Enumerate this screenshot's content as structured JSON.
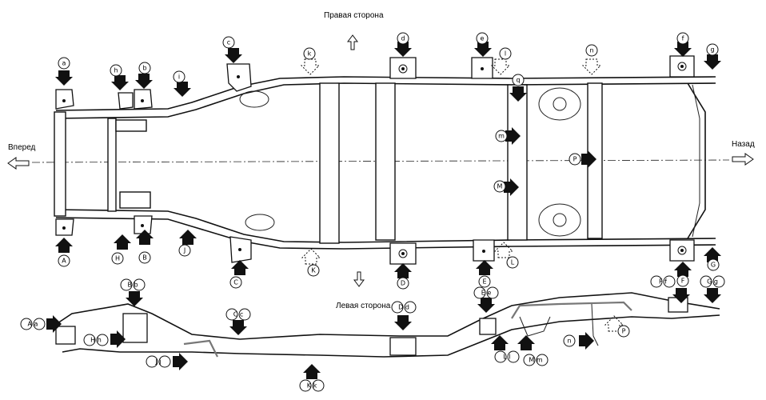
{
  "labels": {
    "right_side": "Правая сторона",
    "left_side": "Левая сторона",
    "front": "Вперед",
    "rear": "Назад"
  },
  "marker_letters": {
    "top_upper": [
      "a",
      "h",
      "b",
      "i",
      "c",
      "k",
      "d",
      "e",
      "l",
      "q",
      "m",
      "n",
      "f",
      "g"
    ],
    "top_lower": [
      "A",
      "H",
      "B",
      "J",
      "C",
      "K",
      "D",
      "E",
      "L",
      "M",
      "P",
      "F",
      "G"
    ],
    "side_view": [
      "A a",
      "B b",
      "H h",
      "J j",
      "C c",
      "K k",
      "D d",
      "E e",
      "L l",
      "M m",
      "n",
      "P",
      "F f",
      "G g"
    ]
  }
}
